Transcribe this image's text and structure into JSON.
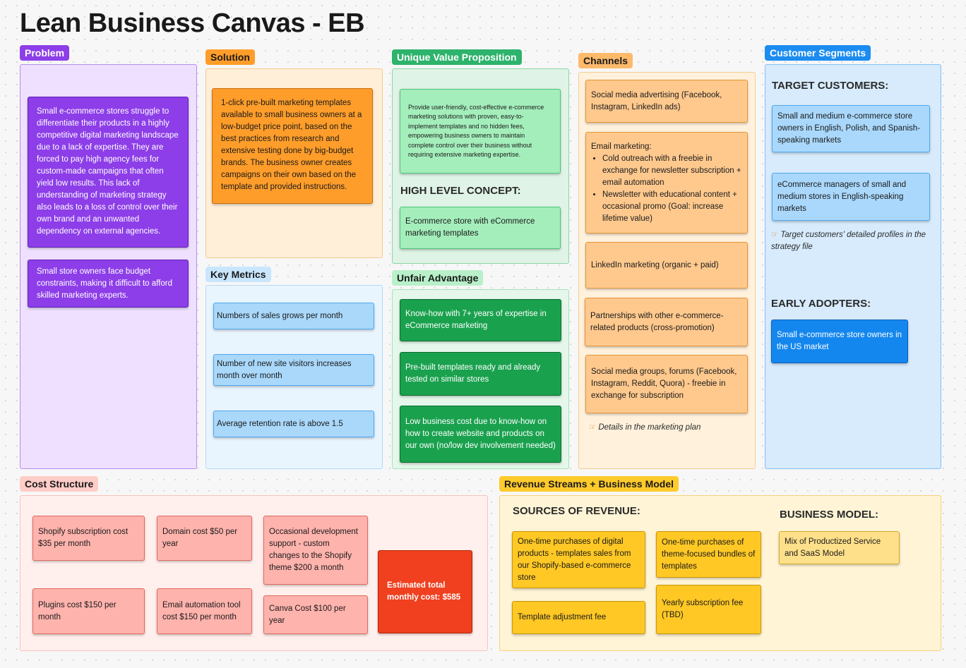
{
  "title": "Lean Business Canvas - EB",
  "colors": {
    "problem": "#8d3ee8",
    "solution": "#ff9d2a",
    "uvp": "#2db36b",
    "channels": "#ffb96b",
    "segments": "#1c8cf0",
    "metrics": "#a9d8fb",
    "unfair": "#a4eebb",
    "cost": "#ffb3ad",
    "revenue": "#ffca2b"
  },
  "problem": {
    "label": "Problem",
    "notes": [
      "Small e-commerce stores struggle to differentiate their products in a highly competitive digital marketing landscape due to a lack of expertise. They are forced to pay high agency fees for custom-made campaigns that often yield low results. This lack of understanding of marketing strategy also leads to a loss of control over their own brand and an unwanted dependency on external agencies.",
      "Small store owners face budget constraints, making it difficult to afford skilled marketing experts."
    ]
  },
  "solution": {
    "label": "Solution",
    "notes": [
      "1-click pre-built marketing templates available to small business owners at a low-budget price point, based on the best practices from research and extensive testing done by big-budget brands. The business owner creates campaigns on their own based on the template and provided instructions."
    ]
  },
  "key_metrics": {
    "label": "Key Metrics",
    "notes": [
      "Numbers of sales grows per month",
      "Number of new site visitors increases month over month",
      "Average retention rate is above 1.5"
    ]
  },
  "uvp": {
    "label": "Unique Value Proposition",
    "notes": [
      "Provide user-friendly, cost-effective e-commerce marketing solutions with proven, easy-to-implement templates and no hidden fees, empowering business owners to maintain complete control over their business without requiring extensive marketing expertise."
    ],
    "high_level_heading": "HIGH LEVEL CONCEPT:",
    "high_level_note": "E-commerce store with eCommerce marketing templates"
  },
  "unfair": {
    "label": "Unfair Advantage",
    "notes": [
      "Know-how with 7+ years of expertise in eCommerce marketing",
      "Pre-built templates ready and already tested on similar stores",
      "Low business cost due to know-how on how to create website and products on our own (no/low dev involvement needed)"
    ]
  },
  "channels": {
    "label": "Channels",
    "social_ads": "Social media advertising (Facebook, Instagram, LinkedIn ads)",
    "email_title": "Email marketing:",
    "email_items": [
      "Cold outreach with a freebie in exchange for newsletter subscription + email automation",
      "Newsletter with educational content + occasional promo (Goal: increase lifetime value)"
    ],
    "linkedin": "LinkedIn marketing (organic + paid)",
    "partnerships": "Partnerships with other e-commerce-related products (cross-promotion)",
    "groups": "Social media groups, forums (Facebook, Instagram, Reddit, Quora) - freebie in exchange for subscription",
    "footnote": "Details in the marketing plan"
  },
  "segments": {
    "label": "Customer Segments",
    "target_heading": "TARGET CUSTOMERS:",
    "target_notes": [
      "Small and medium e-commerce store owners in English, Polish, and Spanish-speaking markets",
      "eCommerce managers of small and medium stores in English-speaking markets"
    ],
    "footnote": "Target customers' detailed profiles in the strategy file",
    "early_heading": "EARLY ADOPTERS:",
    "early_note": "Small e-commerce store owners in the US market"
  },
  "cost": {
    "label": "Cost Structure",
    "shopify": "Shopify subscription cost $35 per month",
    "domain": "Domain cost $50 per year",
    "occasional": "Occasional development support - custom changes to the Shopify theme $200 a month",
    "plugins": "Plugins cost $150 per month",
    "email_tool": "Email automation tool cost $150 per month",
    "canva": "Canva Cost $100 per year",
    "total": "Estimated total monthly cost: $585"
  },
  "revenue": {
    "label": "Revenue Streams + Business Model",
    "sources_heading": "SOURCES OF REVENUE:",
    "notes": [
      "One-time purchases of digital products - templates sales from our Shopify-based e-commerce store",
      "One-time purchases of theme-focused bundles of templates",
      "Template adjustment fee",
      "Yearly subscription fee (TBD)"
    ],
    "model_heading": "BUSINESS MODEL:",
    "model_note": "Mix of Productized Service and SaaS Model"
  },
  "icons": {
    "pointing_hand": "hand-pointing-right-icon"
  }
}
